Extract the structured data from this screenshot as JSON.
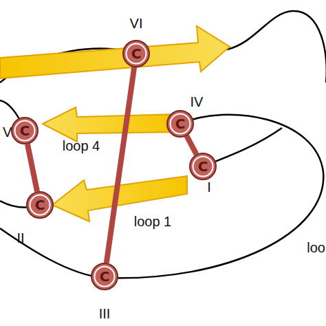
{
  "diagram": {
    "nodes": [
      {
        "text": [
          "C"
        ]
      },
      {
        "text": [
          "C"
        ]
      },
      {
        "text": [
          "C"
        ]
      },
      {
        "text": [
          "C"
        ]
      },
      {
        "text": [
          "C"
        ]
      },
      {
        "text": [
          "C"
        ]
      }
    ],
    "edges": [
      {
        "from": 0,
        "to": 5,
        "arrow": "none"
      },
      {
        "from": 1,
        "to": 4,
        "arrow": "none"
      },
      {
        "from": 2,
        "to": 3,
        "arrow": "none"
      }
    ],
    "labels": [
      "VI",
      "V",
      "IV",
      "loop 4",
      "I",
      "II",
      "loop 1",
      "loo",
      "III"
    ]
  }
}
